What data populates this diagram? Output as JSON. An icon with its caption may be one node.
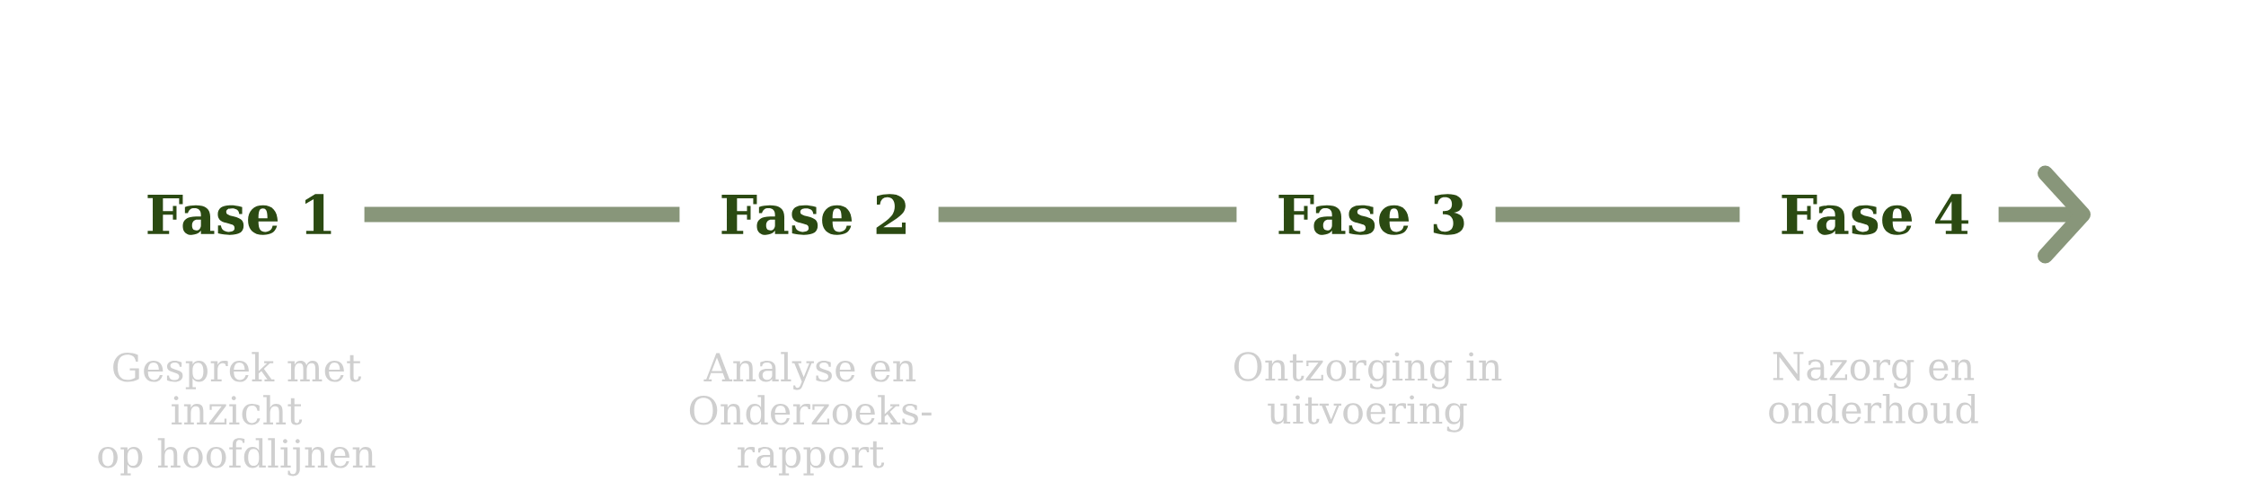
{
  "diagram": {
    "nodes": [
      {
        "text": [
          "Fase 1"
        ],
        "beside": [
          "Gesprek met inzicht op hoofdlijnen"
        ]
      },
      {
        "text": [
          "Fase 2"
        ],
        "beside": [
          "Analyse en Onderzoeks- rapport"
        ]
      },
      {
        "text": [
          "Fase 3"
        ],
        "beside": [
          "Ontzorging in uitvoering"
        ]
      },
      {
        "text": [
          "Fase 4"
        ],
        "beside": [
          "Nazorg en onderhoud"
        ]
      }
    ],
    "edges": [
      {
        "from": 0,
        "to": 1,
        "arrow": "none"
      },
      {
        "from": 1,
        "to": 2,
        "arrow": "none"
      },
      {
        "from": 2,
        "to": 3,
        "arrow": "none"
      },
      {
        "from": 3,
        "to": null,
        "arrow": "to"
      }
    ]
  }
}
